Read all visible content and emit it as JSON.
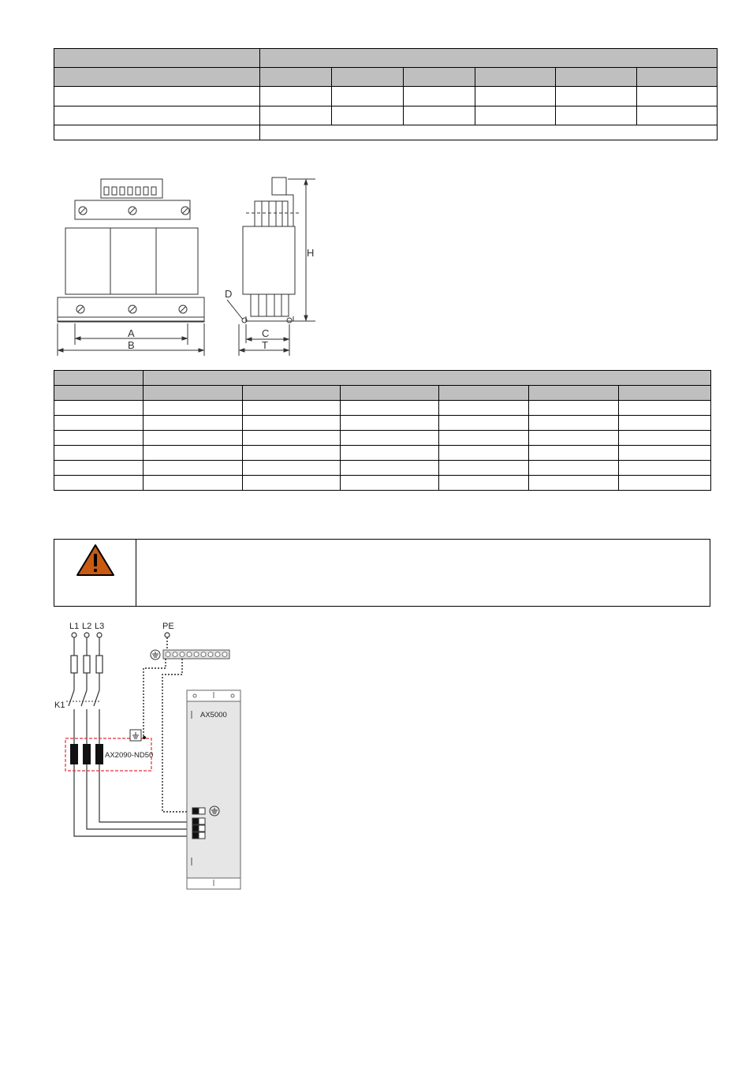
{
  "drawing": {
    "labels": {
      "a": "A",
      "b": "B",
      "c": "C",
      "t": "T",
      "d": "D",
      "h": "H"
    }
  },
  "wiring": {
    "labels": {
      "l1": "L1",
      "l2": "L2",
      "l3": "L3",
      "pe": "PE",
      "k1": "K1",
      "choke": "AX2090-ND50",
      "drive": "AX5000"
    }
  },
  "icons": {
    "warning": "warning-triangle-icon",
    "ground": "ground-icon"
  },
  "colors": {
    "table_header": "#bfbfbf",
    "warning_fill": "#c85a12",
    "dashed_outline": "#e0303a",
    "drive_body": "#e6e6e6"
  }
}
